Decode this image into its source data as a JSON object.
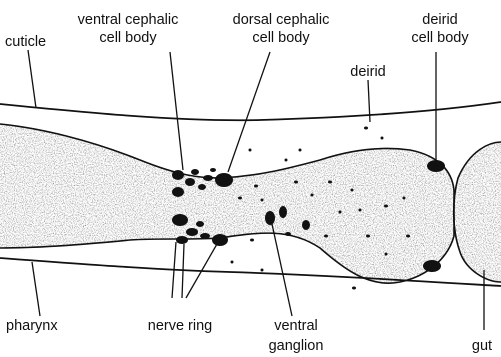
{
  "labels": {
    "cuticle": "cuticle",
    "ventral_cephalic_l1": "ventral cephalic",
    "ventral_cephalic_l2": "cell body",
    "dorsal_cephalic_l1": "dorsal cephalic",
    "dorsal_cephalic_l2": "cell body",
    "deirid_cell_l1": "deirid",
    "deirid_cell_l2": "cell body",
    "deirid": "deirid",
    "pharynx": "pharynx",
    "nerve_ring": "nerve ring",
    "ventral_ganglion_l1": "ventral",
    "ventral_ganglion_l2": "ganglion",
    "gut": "gut"
  },
  "colors": {
    "ink": "#111111",
    "paper": "#ffffff"
  }
}
